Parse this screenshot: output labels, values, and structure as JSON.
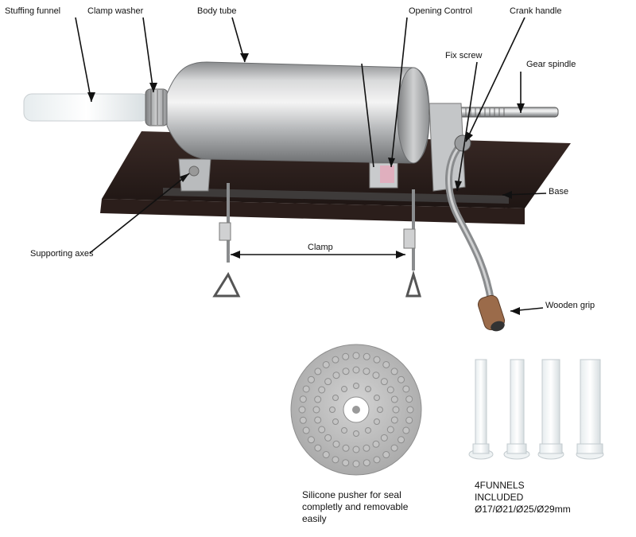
{
  "labels": {
    "stuffing_funnel": "Stuffing funnel",
    "clamp_washer": "Clamp washer",
    "body_tube": "Body tube",
    "opening_control": "Opening Control",
    "crank_handle": "Crank handle",
    "fix_screw": "Fix screw",
    "gear_spindle": "Gear spindle",
    "base": "Base",
    "supporting_axes": "Supporting axes",
    "clamp": "Clamp",
    "wooden_grip": "Wooden grip"
  },
  "pusher_caption": {
    "line1": "Silicone pusher for seal",
    "line2": "completly and removable",
    "line3": "easily"
  },
  "funnels_caption": {
    "line1": "4FUNNELS",
    "line2": "INCLUDED",
    "line3": "Ø17/Ø21/Ø25/Ø29mm"
  }
}
